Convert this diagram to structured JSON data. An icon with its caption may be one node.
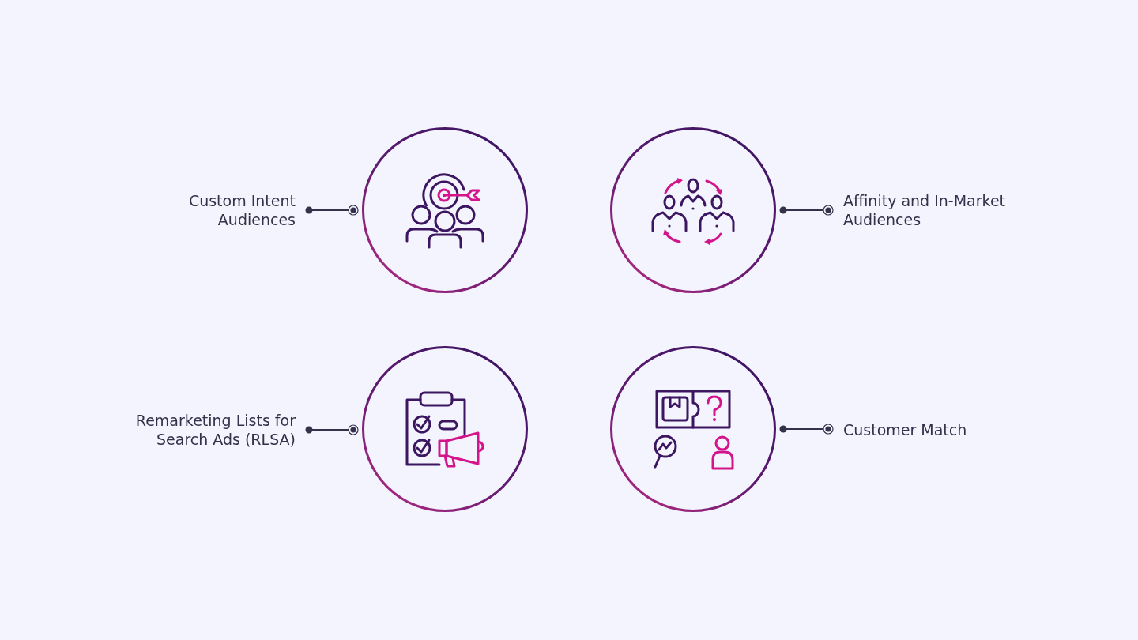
{
  "diagram": {
    "nodes": [
      {
        "text": [
          "Custom Intent Audiences"
        ]
      },
      {
        "text": [],
        "shape": "circle"
      },
      {
        "text": [],
        "shape": "circle"
      },
      {
        "text": [
          "Affinity and In-Market Audiences"
        ]
      },
      {
        "text": [
          "Remarketing Lists for Search Ads (RLSA)"
        ]
      },
      {
        "text": [],
        "shape": "circle"
      },
      {
        "text": [],
        "shape": "circle"
      },
      {
        "text": [
          "Customer Match"
        ]
      }
    ],
    "edges": [
      {
        "from": 0,
        "to": 1,
        "arrow": "other"
      },
      {
        "from": 2,
        "to": 3,
        "arrow": "other"
      },
      {
        "from": 4,
        "to": 5,
        "arrow": "other"
      },
      {
        "from": 6,
        "to": 7,
        "arrow": "other"
      }
    ]
  }
}
